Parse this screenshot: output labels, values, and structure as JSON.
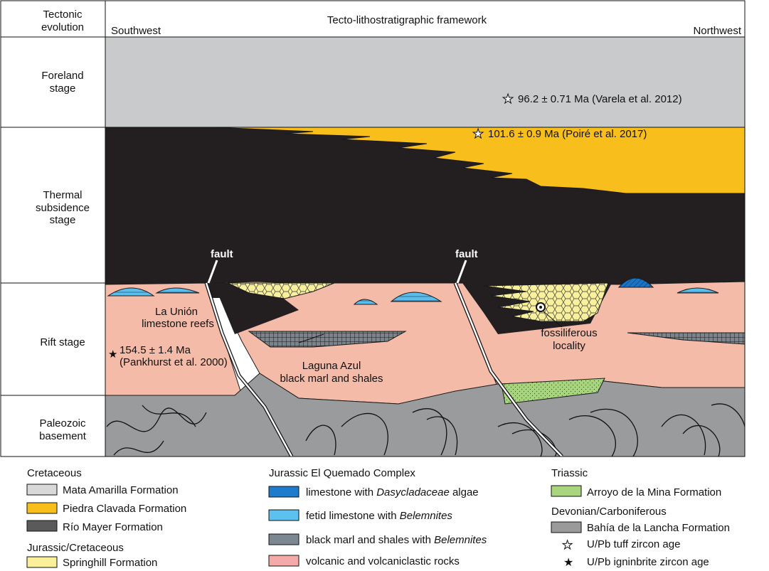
{
  "header": {
    "column1_title_line1": "Tectonic",
    "column1_title_line2": "evolution",
    "framework_title": "Tecto-lithostratigraphic framework",
    "left_direction": "Southwest",
    "right_direction": "Northwest"
  },
  "stages": {
    "foreland_line1": "Foreland",
    "foreland_line2": "stage",
    "thermal_line1": "Thermal",
    "thermal_line2": "subsidence",
    "thermal_line3": "stage",
    "rift": "Rift stage",
    "paleozoic_line1": "Paleozoic",
    "paleozoic_line2": "basement"
  },
  "annotations": {
    "age_varela": "96.2 ± 0.71 Ma (Varela et al. 2012)",
    "age_poire": "101.6 ± 0.9 Ma (Poiré et al. 2017)",
    "age_pankhurst_line1": "154.5 ± 1.4 Ma",
    "age_pankhurst_line2": "(Pankhurst et al. 2000)",
    "fault_left": "fault",
    "fault_right": "fault",
    "la_union_line1": "La Unión",
    "la_union_line2": "limestone reefs",
    "laguna_azul_line1": "Laguna Azul",
    "laguna_azul_line2": "black marl and shales",
    "fossil_line1": "fossiliferous",
    "fossil_line2": "locality"
  },
  "legend": {
    "cretaceous": {
      "heading": "Cretaceous",
      "items": [
        {
          "label": "Mata Amarilla Formation",
          "color": "#d9d9d9"
        },
        {
          "label": "Piedra Clavada Formation",
          "color": "#f7be1c"
        },
        {
          "label": "Río Mayer Formation",
          "color": "#5a5a5a"
        }
      ]
    },
    "jurassic_cretaceous": {
      "heading": "Jurassic/Cretaceous",
      "items": [
        {
          "label": "Springhill Formation",
          "color": "#fbf09a"
        }
      ]
    },
    "el_quemado": {
      "heading": "Jurassic El Quemado Complex",
      "items": [
        {
          "label_prefix": "limestone with ",
          "label_italic": "Dasycladaceae",
          "label_suffix": " algae",
          "color": "#1d7ccc"
        },
        {
          "label_prefix": "fetid limestone with ",
          "label_italic": "Belemnites",
          "label_suffix": "",
          "color": "#5cc1ef"
        },
        {
          "label_prefix": "black marl and shales with ",
          "label_italic": "Belemnites",
          "label_suffix": "",
          "color": "#7d8791"
        },
        {
          "label_prefix": "volcanic and volcaniclastic rocks",
          "label_italic": "",
          "label_suffix": "",
          "color": "#f4aaa9"
        }
      ]
    },
    "triassic": {
      "heading": "Triassic",
      "items": [
        {
          "label": "Arroyo de la Mina Formation",
          "color": "#a9d57f"
        }
      ]
    },
    "devonian": {
      "heading": "Devonian/Carboniferous",
      "items": [
        {
          "label": "Bahía de la Lancha Formation",
          "color": "#9a9a9a"
        }
      ]
    },
    "symbols": {
      "tuff": "U/Pb tuff zircon age",
      "ignimbrite": "U/Pb igninbrite zircon age"
    }
  },
  "colors": {
    "foreland_gray": "#c8cacc",
    "rio_mayer_black": "#231f20",
    "piedra_clavada_yellow": "#f8be1c",
    "volcanic_pink": "#f4bba8",
    "basement_gray": "#9a9b9d",
    "springhill_yellow": "#f8f09c",
    "limestone_blue": "#5bbde9",
    "dasyclad_blue": "#1b73c4",
    "marl_gray": "#7b848c",
    "triassic_green": "#a8d47d"
  }
}
